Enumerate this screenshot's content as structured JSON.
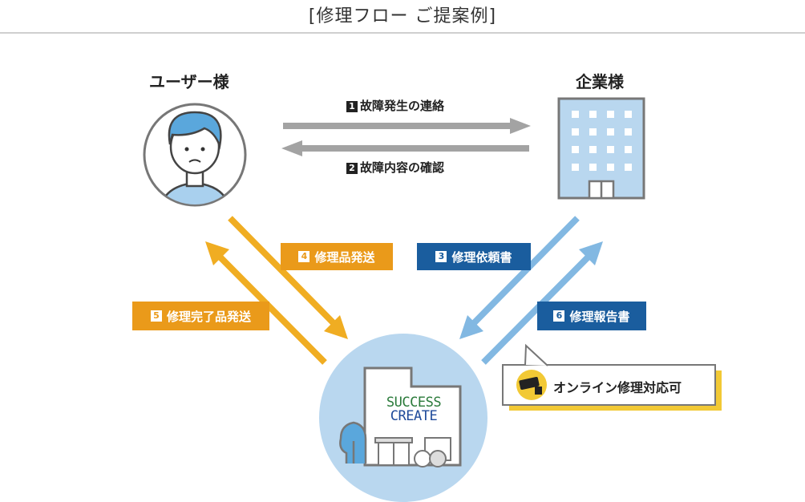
{
  "title": "[修理フロー ご提案例]",
  "user_label": "ユーザー様",
  "company_label": "企業様",
  "steps": [
    {
      "num": "1",
      "label": "故障発生の連絡"
    },
    {
      "num": "2",
      "label": "故障内容の確認"
    },
    {
      "num": "3",
      "label": "修理依頼書"
    },
    {
      "num": "4",
      "label": "修理品発送"
    },
    {
      "num": "5",
      "label": "修理完了品発送"
    },
    {
      "num": "6",
      "label": "修理報告書"
    }
  ],
  "store_sign": {
    "line1": "SUCCESS",
    "line2": "CREATE"
  },
  "callout": "オンライン修理対応可",
  "colors": {
    "orange": "#ea9a1a",
    "blue": "#1a5d9e",
    "light_blue_arrow": "#82b8e2",
    "gray_arrow": "#a3a3a3",
    "circle": "#b9d7ef",
    "yellow": "#f2c935"
  }
}
